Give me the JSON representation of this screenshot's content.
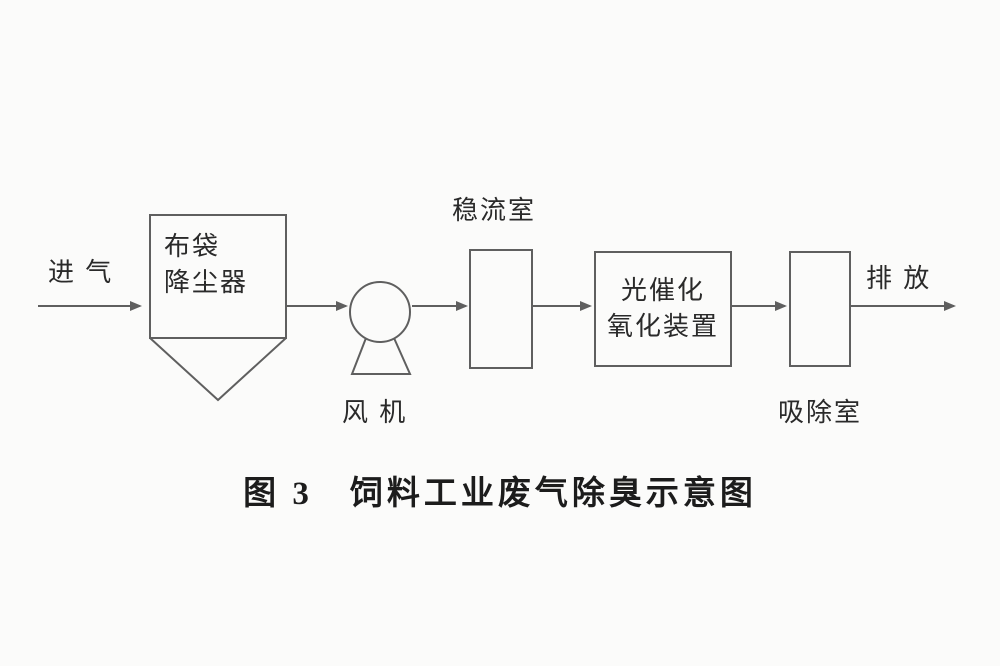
{
  "diagram": {
    "inlet_label": "进 气",
    "dust_collector": {
      "line1": "布袋",
      "line2": "降尘器"
    },
    "fan_label": "风 机",
    "stabilizer_label": "稳流室",
    "photocatalytic": {
      "line1": "光催化",
      "line2": "氧化装置"
    },
    "absorber_label": "吸除室",
    "outlet_label": "排 放",
    "caption": "图 3　饲料工业废气除臭示意图"
  },
  "colors": {
    "line": "#5f5f5f",
    "text": "#2a2a2a",
    "background": "#fbfbfa"
  }
}
